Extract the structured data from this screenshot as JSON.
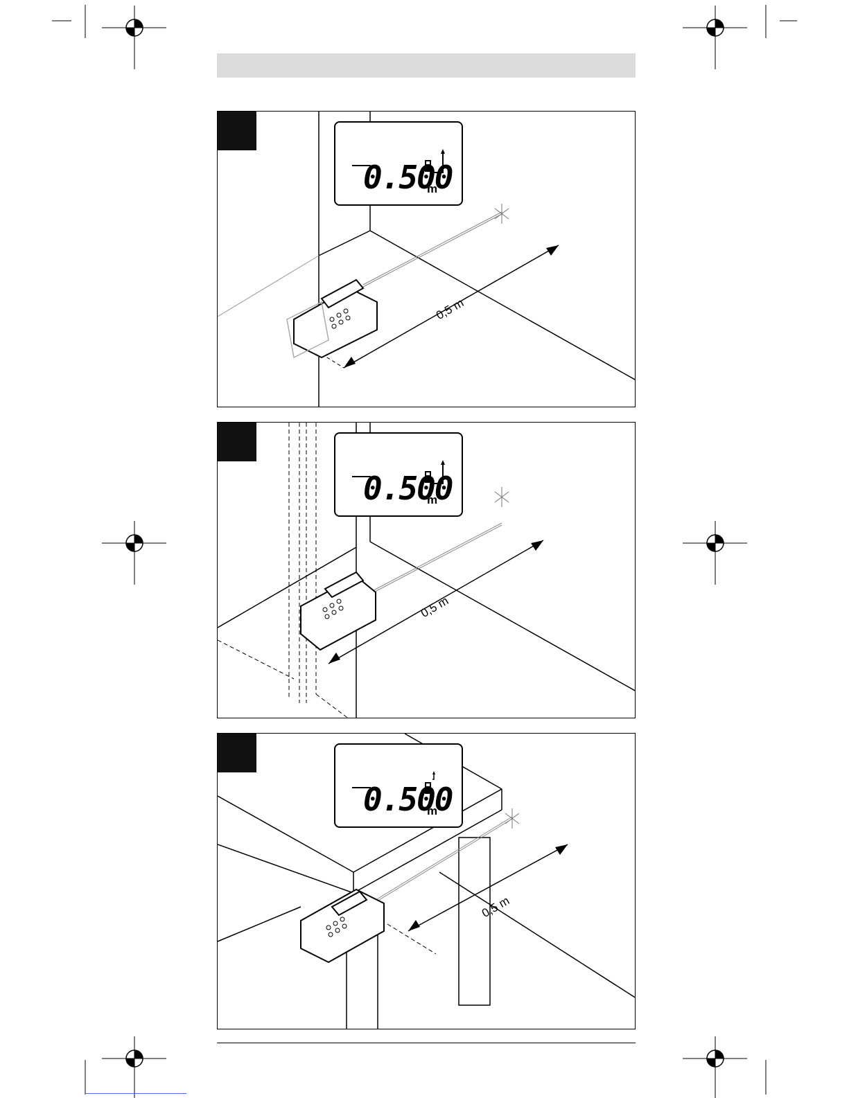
{
  "panels": [
    {
      "display": {
        "value": "0.500",
        "unit": "m"
      },
      "dimension": "0,5 m"
    },
    {
      "display": {
        "value": "0.500",
        "unit": "m"
      },
      "dimension": "0,5 m"
    },
    {
      "display": {
        "value": "0.500",
        "unit": "m"
      },
      "dimension": "0,5 m"
    }
  ]
}
